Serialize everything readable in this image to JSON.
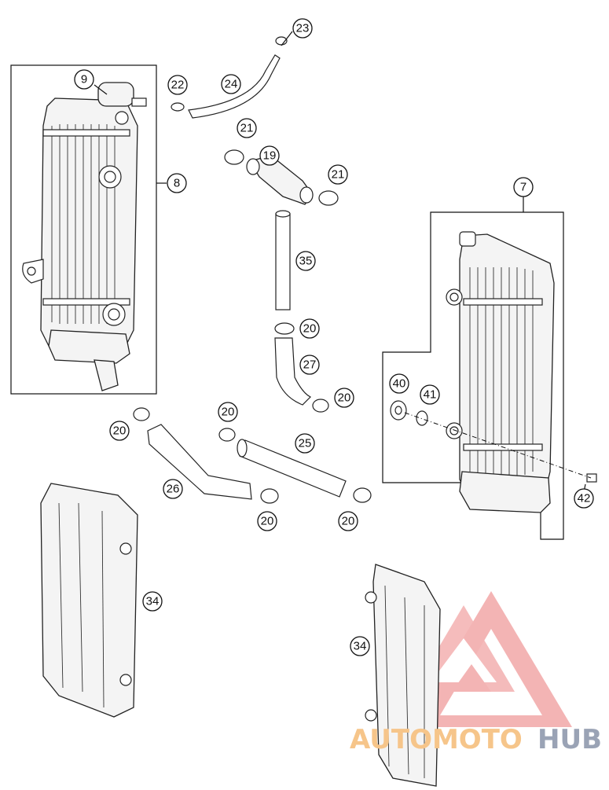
{
  "callouts": {
    "c23": "23",
    "c24": "24",
    "c22": "22",
    "c9": "9",
    "c8": "8",
    "c21a": "21",
    "c19": "19",
    "c21b": "21",
    "c7": "7",
    "c35": "35",
    "c20a": "20",
    "c27": "27",
    "c20b": "20",
    "c40": "40",
    "c41": "41",
    "c42": "42",
    "c20c": "20",
    "c20d": "20",
    "c25": "25",
    "c26": "26",
    "c20e": "20",
    "c20f": "20",
    "c34a": "34",
    "c34b": "34"
  },
  "watermark": {
    "part1": "AUTOMOTO",
    "part2": "HUB",
    "color_main": "#f2a7a7",
    "color_text1": "#f6c58a",
    "color_text2": "#9aa3b5"
  }
}
